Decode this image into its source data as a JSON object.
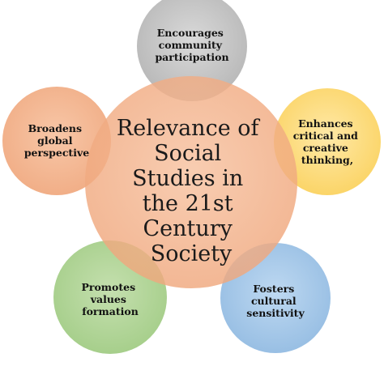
{
  "colors": {
    "center": "#F4B084",
    "top": "#BDBDBD",
    "right": "#FFD966",
    "bottom_right": "#9DC3E6",
    "bottom_left": "#A9D08E",
    "left": "#F4B084"
  },
  "center": {
    "lines": [
      "Relevance of",
      "Social",
      "Studies in",
      "the 21st",
      "Century",
      "Society"
    ]
  },
  "nodes": [
    {
      "key": "top",
      "lines": [
        "Encourages",
        "community",
        "participation"
      ]
    },
    {
      "key": "right",
      "lines": [
        "Enhances",
        "critical and",
        "creative",
        "thinking,"
      ]
    },
    {
      "key": "bottom_right",
      "lines": [
        "Fosters",
        "cultural",
        "sensitivity"
      ]
    },
    {
      "key": "bottom_left",
      "lines": [
        "Promotes",
        "values",
        "formation"
      ]
    },
    {
      "key": "left",
      "lines": [
        "Broadens",
        "global",
        "perspective"
      ]
    }
  ]
}
